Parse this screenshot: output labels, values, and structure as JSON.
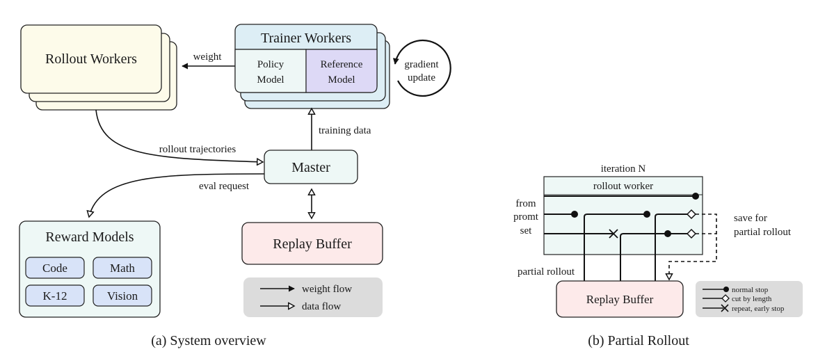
{
  "overview": {
    "caption": "(a) System overview",
    "rollout_workers": "Rollout Workers",
    "trainer_workers": "Trainer Workers",
    "policy_model": [
      "Policy",
      "Model"
    ],
    "reference_model": [
      "Reference",
      "Model"
    ],
    "gradient_update": [
      "gradient",
      "update"
    ],
    "weight": "weight",
    "training_data": "training data",
    "rollout_trajectories": "rollout trajectories",
    "master": "Master",
    "eval_request": "eval request",
    "reward_models": "Reward Models",
    "reward_items": [
      "Code",
      "Math",
      "K-12",
      "Vision"
    ],
    "replay_buffer": "Replay Buffer",
    "legend": {
      "weight_flow": "weight flow",
      "data_flow": "data flow"
    }
  },
  "partial": {
    "caption": "(b) Partial Rollout",
    "iteration": "iteration N",
    "rollout_worker": "rollout worker",
    "from_prompt_set": [
      "from",
      "promt",
      "set"
    ],
    "save_for_partial": [
      "save for",
      "partial rollout"
    ],
    "partial_rollout": "partial rollout",
    "replay_buffer": "Replay Buffer",
    "legend": {
      "normal_stop": "normal stop",
      "cut_by_length": "cut by length",
      "repeat_early_stop": "repeat, early stop"
    }
  },
  "colors": {
    "rollout_fill": "#fdfbea",
    "trainer_fill": "#ddeef5",
    "trainer_inner": "#eef7f6",
    "reference_fill": "#ddd9f6",
    "master_fill": "#eef8f6",
    "reward_fill": "#eef8f6",
    "reward_item_fill": "#d8e3f8",
    "replay_fill": "#fdeaea",
    "legend_fill": "#dcdcdc",
    "rollout_worker_fill": "#eef8f6"
  }
}
